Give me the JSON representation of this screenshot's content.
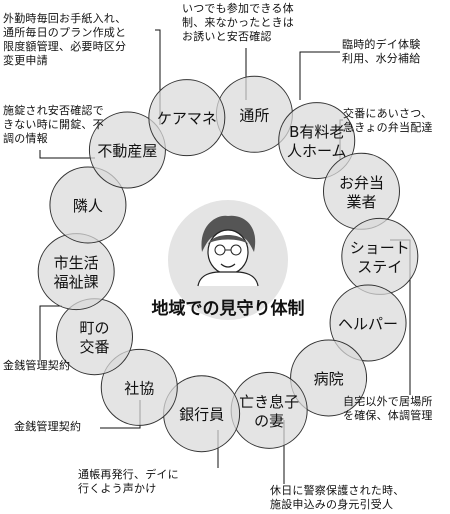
{
  "diagram": {
    "title": "地域での見守り体制",
    "nodes": [
      {
        "id": "tsushosho",
        "lines": [
          "通所"
        ]
      },
      {
        "id": "b-yuryo",
        "lines": [
          "B有料老",
          "人ホーム"
        ]
      },
      {
        "id": "obento",
        "lines": [
          "お弁当",
          "業者"
        ]
      },
      {
        "id": "short-stay",
        "lines": [
          "ショート",
          "ステイ"
        ]
      },
      {
        "id": "helper",
        "lines": [
          "ヘルパー"
        ]
      },
      {
        "id": "byoin",
        "lines": [
          "病院"
        ]
      },
      {
        "id": "tsuma",
        "lines": [
          "亡き息子",
          "の妻"
        ]
      },
      {
        "id": "ginkoin",
        "lines": [
          "銀行員"
        ]
      },
      {
        "id": "shakyo",
        "lines": [
          "社協"
        ]
      },
      {
        "id": "koban",
        "lines": [
          "町の",
          "交番"
        ]
      },
      {
        "id": "fukushika",
        "lines": [
          "市生活",
          "福祉課"
        ]
      },
      {
        "id": "rinjin",
        "lines": [
          "隣人"
        ]
      },
      {
        "id": "fudosan",
        "lines": [
          "不動産屋"
        ]
      },
      {
        "id": "caremane",
        "lines": [
          "ケアマネ"
        ]
      }
    ],
    "notes": {
      "top_left": "外勤時毎回お手紙入れ、\n通所毎日のプラン作成と\n限度額管理、必要時区分\n変更申請",
      "top_center": "いつでも参加できる体\n制、来なかったときは\nお誘いと安否確認",
      "top_right": "臨時的デイ体験\n利用、水分補給",
      "right_1": "交番にあいさつ、\n急きょの弁当配達",
      "left_1": "施錠され安否確認で\nきない時に開錠、不\n調の情報",
      "left_2": "金銭管理契約",
      "left_3": "金銭管理契約",
      "right_2": "自宅以外で居場所\nを確保、体調管理",
      "bottom_center": "通帳再発行、デイに\n行くよう声かけ",
      "bottom_right": "休日に警察保護された時、\n施設申込みの身元引受人"
    }
  }
}
